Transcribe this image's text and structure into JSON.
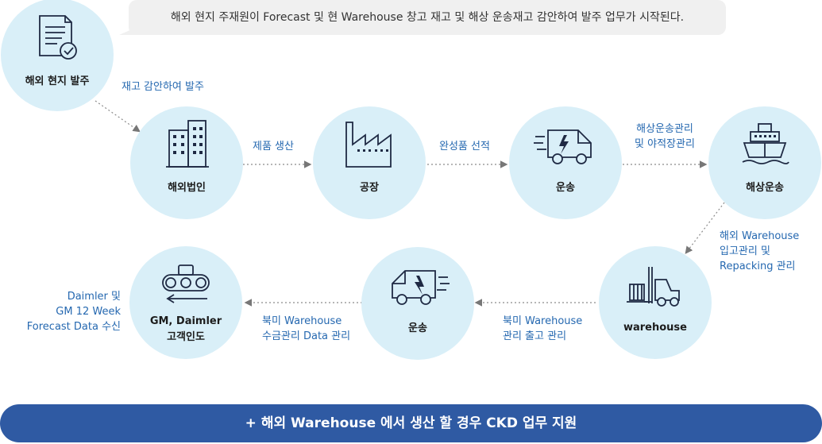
{
  "intro_text": "해외 현지 주재원이 Forecast 및 현 Warehouse 창고 재고 및 해상 운송재고 감안하여 발주 업무가 시작된다.",
  "nodes": {
    "start": {
      "label": "해외 현지 발주",
      "icon": "document-check-icon"
    },
    "subsidiary": {
      "label": "해외법인",
      "icon": "buildings-icon"
    },
    "factory": {
      "label": "공장",
      "icon": "factory-icon"
    },
    "transport1": {
      "label": "운송",
      "icon": "delivery-van-icon"
    },
    "sea": {
      "label": "해상운송",
      "icon": "ship-icon"
    },
    "warehouse": {
      "label": "warehouse",
      "icon": "forklift-icon"
    },
    "transport2": {
      "label": "운송",
      "icon": "delivery-van-icon"
    },
    "customer": {
      "label1": "GM, Daimler",
      "label2": "고객인도",
      "icon": "conveyor-icon"
    }
  },
  "edge_labels": {
    "order": "재고 감안하여 발주",
    "production": "제품 생산",
    "shipment": "완성품 선적",
    "sea_mgmt_1": "해상운송관리",
    "sea_mgmt_2": "및 야적장관리",
    "wh_in_1": "해외 Warehouse",
    "wh_in_2": "입고관리 및",
    "wh_in_3": "Repacking 관리",
    "wh_out_1": "북미 Warehouse",
    "wh_out_2": "관리 출고 관리",
    "receive_1": "북미 Warehouse",
    "receive_2": "수금관리 Data 관리",
    "forecast_1": "Daimler 및",
    "forecast_2": "GM 12 Week",
    "forecast_3": "Forecast Data 수신"
  },
  "banner_text": "+ 해외 Warehouse 에서 생산 할 경우 CKD 업무 지원",
  "colors": {
    "node_fill": "#d9eff8",
    "label_blue": "#2568b0",
    "banner": "#2f5aa3",
    "connector": "#888888"
  }
}
